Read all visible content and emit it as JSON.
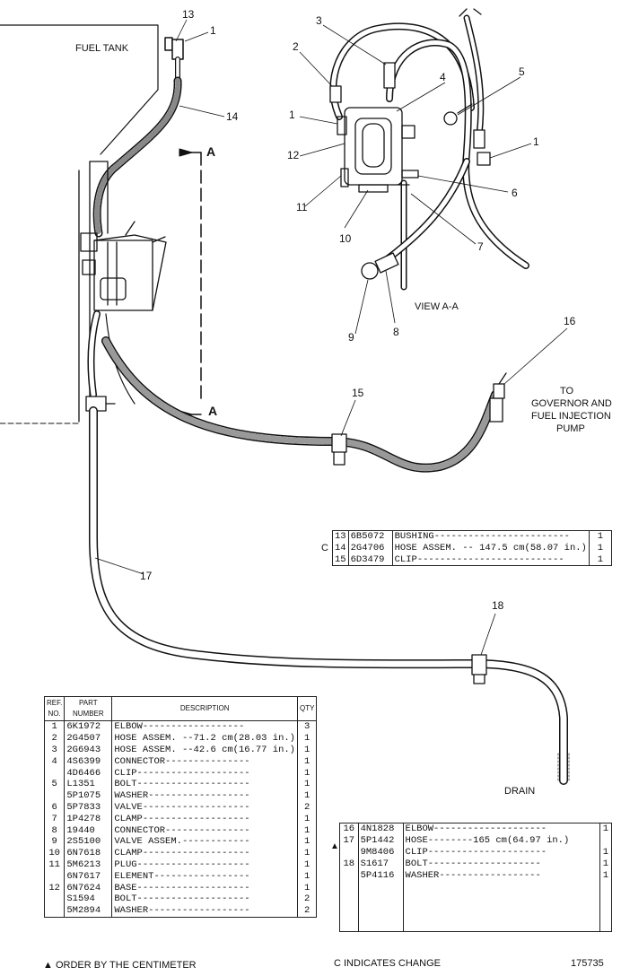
{
  "labels": {
    "fuel_tank": "FUEL TANK",
    "section_a": "A",
    "view_aa": "VIEW A-A",
    "to_governor_l1": "TO",
    "to_governor_l2": "GOVERNOR AND",
    "to_governor_l3": "FUEL INJECTION",
    "to_governor_l4": "PUMP",
    "drain": "DRAIN"
  },
  "callouts": [
    "13",
    "1",
    "14",
    "2",
    "3",
    "4",
    "5",
    "1",
    "12",
    "1",
    "6",
    "11",
    "7",
    "10",
    "9",
    "8",
    "16",
    "15",
    "17",
    "18"
  ],
  "table_small": {
    "marker": "C",
    "rows": [
      {
        "no": "13",
        "part": "6B5072",
        "desc": "BUSHING------------------------",
        "qty": "1"
      },
      {
        "no": "14",
        "part": "2G4706",
        "desc": "HOSE ASSEM. -- 147.5 cm(58.07 in.)",
        "qty": "1"
      },
      {
        "no": "15",
        "part": "6D3479",
        "desc": "CLIP--------------------------",
        "qty": "1"
      }
    ]
  },
  "table_main": {
    "headers": {
      "ref": "REF. NO.",
      "part": "PART NUMBER",
      "desc": "DESCRIPTION",
      "qty": "QTY"
    },
    "rows": [
      {
        "no": "1",
        "part": "6K1972",
        "desc": "ELBOW------------------",
        "qty": "3"
      },
      {
        "no": "2",
        "part": "2G4507",
        "desc": "HOSE ASSEM. --71.2 cm(28.03 in.)",
        "qty": "1"
      },
      {
        "no": "3",
        "part": "2G6943",
        "desc": "HOSE ASSEM. --42.6 cm(16.77 in.)",
        "qty": "1"
      },
      {
        "no": "4",
        "part": "4S6399",
        "desc": "CONNECTOR---------------",
        "qty": "1"
      },
      {
        "no": "",
        "part": "4D6466",
        "desc": "CLIP--------------------",
        "qty": "1"
      },
      {
        "no": "5",
        "part": "L1351",
        "desc": "BOLT--------------------",
        "qty": "1"
      },
      {
        "no": "",
        "part": "5P1075",
        "desc": "WASHER------------------",
        "qty": "1"
      },
      {
        "no": "6",
        "part": "5P7833",
        "desc": "VALVE-------------------",
        "qty": "2"
      },
      {
        "no": "7",
        "part": "1P4278",
        "desc": "CLAMP-------------------",
        "qty": "1"
      },
      {
        "no": "8",
        "part": "19440",
        "desc": "CONNECTOR---------------",
        "qty": "1"
      },
      {
        "no": "9",
        "part": "2S5100",
        "desc": "VALVE ASSEM.------------",
        "qty": "1"
      },
      {
        "no": "10",
        "part": "6N7618",
        "desc": "CLAMP-------------------",
        "qty": "1"
      },
      {
        "no": "11",
        "part": "5M6213",
        "desc": "PLUG--------------------",
        "qty": "1"
      },
      {
        "no": "",
        "part": "6N7617",
        "desc": "ELEMENT-----------------",
        "qty": "1"
      },
      {
        "no": "12",
        "part": "6N7624",
        "desc": "BASE--------------------",
        "qty": "1"
      },
      {
        "no": "",
        "part": "S1594",
        "desc": "BOLT--------------------",
        "qty": "2"
      },
      {
        "no": "",
        "part": "5M2894",
        "desc": "WASHER------------------",
        "qty": "2"
      }
    ]
  },
  "table_right": {
    "marker": "▲",
    "rows": [
      {
        "no": "16",
        "part": "4N1828",
        "desc": "ELBOW--------------------",
        "qty": "1"
      },
      {
        "no": "17",
        "part": "5P1442",
        "desc": "HOSE--------165 cm(64.97 in.)",
        "qty": ""
      },
      {
        "no": "",
        "part": "9M8406",
        "desc": "CLIP---------------------",
        "qty": "1"
      },
      {
        "no": "18",
        "part": "S1617",
        "desc": "BOLT--------------------",
        "qty": "1"
      },
      {
        "no": "",
        "part": "5P4116",
        "desc": "WASHER------------------",
        "qty": "1"
      }
    ]
  },
  "footer": {
    "order_note": "▲ ORDER BY THE CENTIMETER",
    "change_note": "C INDICATES CHANGE",
    "drawing_no": "175735"
  }
}
